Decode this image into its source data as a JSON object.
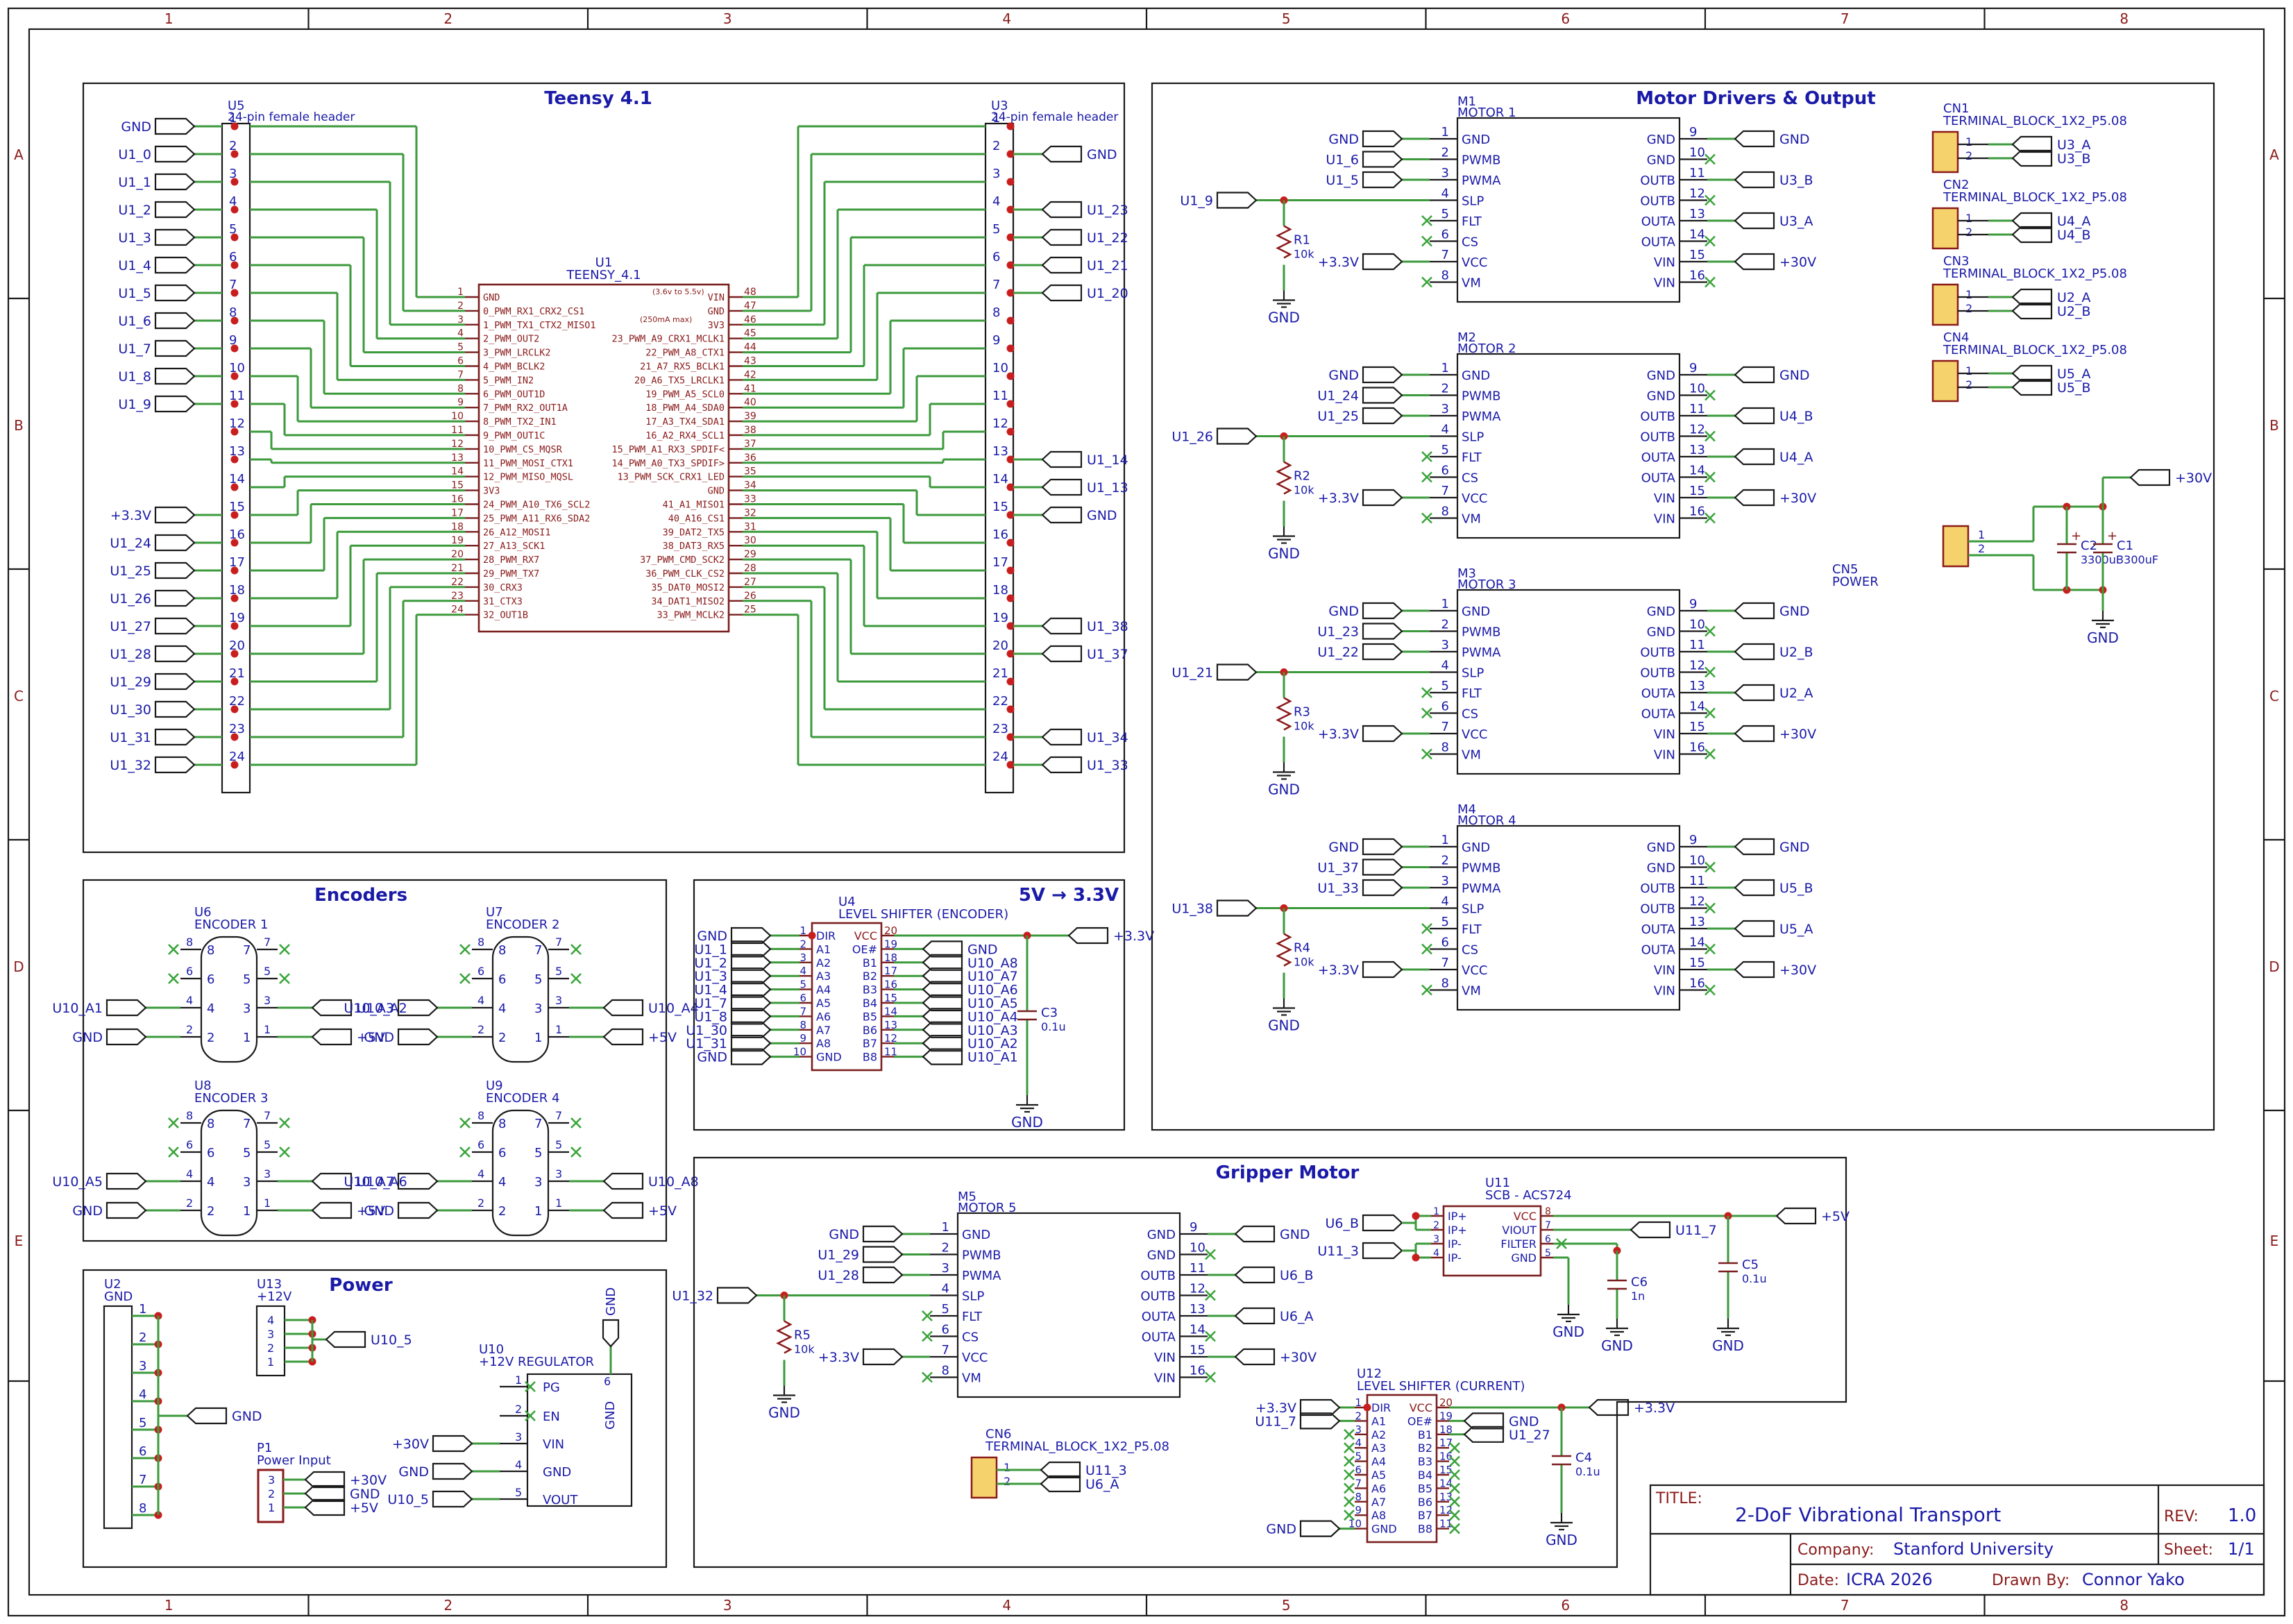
{
  "border": {
    "columns": [
      "1",
      "2",
      "3",
      "4",
      "5",
      "6",
      "7",
      "8"
    ],
    "rows": [
      "A",
      "B",
      "C",
      "D",
      "E"
    ]
  },
  "colors": {
    "wire": "#3c9a3c",
    "label": "#1a1aa8",
    "part": "#8b1a1a",
    "junction": "#c81e1e",
    "noconnect": "#3aa43a",
    "connector": "#f5d26b"
  },
  "sections": {
    "teensy": "Teensy 4.1",
    "encoders": "Encoders",
    "level": "5V → 3.3V",
    "motors": "Motor Drivers & Output",
    "gripper": "Gripper Motor",
    "power": "Power"
  },
  "headers": {
    "u5": {
      "ref": "U5",
      "value": "24-pin female header",
      "left_labels": [
        "GND",
        "U1_0",
        "U1_1",
        "U1_2",
        "U1_3",
        "U1_4",
        "U1_5",
        "U1_6",
        "U1_7",
        "U1_8",
        "U1_9",
        "",
        "",
        "",
        "+3.3V",
        "U1_24",
        "U1_25",
        "U1_26",
        "U1_27",
        "U1_28",
        "U1_29",
        "U1_30",
        "U1_31",
        "U1_32"
      ]
    },
    "u3": {
      "ref": "U3",
      "value": "24-pin female header",
      "right_labels": [
        "",
        "GND",
        "",
        "U1_23",
        "U1_22",
        "U1_21",
        "U1_20",
        "",
        "",
        "",
        "",
        "",
        "U1_14",
        "U1_13",
        "GND",
        "",
        "",
        "",
        "U1_38",
        "U1_37",
        "",
        "",
        "U1_34",
        "U1_33"
      ]
    }
  },
  "teensy": {
    "ref": "U1",
    "value": "TEENSY_4.1",
    "left": [
      "GND",
      "0_PWM_RX1_CRX2_CS1",
      "1_PWM_TX1_CTX2_MISO1",
      "2_PWM_OUT2",
      "3_PWM_LRCLK2",
      "4_PWM_BCLK2",
      "5_PWM_IN2",
      "6_PWM_OUT1D",
      "7_PWM_RX2_OUT1A",
      "8_PWM_TX2_IN1",
      "9_PWM_OUT1C",
      "10_PWM_CS_MQSR",
      "11_PWM_MOSI_CTX1",
      "12_PWM_MISO_MQSL",
      "3V3",
      "24_PWM_A10_TX6_SCL2",
      "25_PWM_A11_RX6_SDA2",
      "26_A12_MOSI1",
      "27_A13_SCK1",
      "28_PWM_RX7",
      "29_PWM_TX7",
      "30_CRX3",
      "31_CTX3",
      "32_OUT1B"
    ],
    "right": [
      "VIN",
      "GND",
      "3V3",
      "23_PWM_A9_CRX1_MCLK1",
      "22_PWM_A8_CTX1",
      "21_A7_RX5_BCLK1",
      "20_A6_TX5_LRCLK1",
      "19_PWM_A5_SCL0",
      "18_PWM_A4_SDA0",
      "17_A3_TX4_SDA1",
      "16_A2_RX4_SCL1",
      "15_PWM_A1_RX3_SPDIF<",
      "14_PWM_A0_TX3_SPDIF>",
      "13_PWM_SCK_CRX1_LED",
      "GND",
      "41_A1_MISO1",
      "40_A16_CS1",
      "39_DAT2_TX5",
      "38_DAT3_RX5",
      "37_PWM_CMD_SCK2",
      "36_PWM_CLK_CS2",
      "35_DAT0_MOSI2",
      "34_DAT1_MISO2",
      "33_PWM_MCLK2"
    ],
    "rnums": [
      "48",
      "47",
      "46",
      "45",
      "44",
      "43",
      "42",
      "41",
      "40",
      "39",
      "38",
      "37",
      "36",
      "35",
      "34",
      "33",
      "32",
      "31",
      "30",
      "29",
      "28",
      "27",
      "26",
      "25"
    ],
    "note1": "(3.6v to 5.5v)",
    "note2": "(250mA max)"
  },
  "encoders": [
    {
      "ref": "U6",
      "name": "ENCODER 1",
      "l4": "U10_A1",
      "r3": "U10_A2"
    },
    {
      "ref": "U7",
      "name": "ENCODER 2",
      "l4": "U10_A3",
      "r3": "U10_A4"
    },
    {
      "ref": "U8",
      "name": "ENCODER 3",
      "l4": "U10_A5",
      "r3": "U10_A6"
    },
    {
      "ref": "U9",
      "name": "ENCODER 4",
      "l4": "U10_A7",
      "r3": "U10_A8"
    }
  ],
  "enc_common": {
    "gnd": "GND",
    "v5": "+5V"
  },
  "u4": {
    "ref": "U4",
    "name": "LEVEL SHIFTER (ENCODER)",
    "left_labels": [
      "GND",
      "U1_1",
      "U1_2",
      "U1_3",
      "U1_4",
      "U1_7",
      "U1_8",
      "U1_30",
      "U1_31",
      "GND"
    ],
    "left_pins": [
      "DIR",
      "A1",
      "A2",
      "A3",
      "A4",
      "A5",
      "A6",
      "A7",
      "A8",
      "GND"
    ],
    "right_pins": [
      "VCC",
      "OE#",
      "B1",
      "B2",
      "B3",
      "B4",
      "B5",
      "B6",
      "B7",
      "B8"
    ],
    "right_labels": [
      "+3.3V",
      "GND",
      "U10_A8",
      "U10_A7",
      "U10_A6",
      "U10_A5",
      "U10_A4",
      "U10_A3",
      "U10_A2",
      "U10_A1"
    ],
    "cap": "C3",
    "capval": "0.1u",
    "gnd": "GND"
  },
  "motors": [
    {
      "ref": "M1",
      "name": "MOTOR 1",
      "pwmb": "U1_6",
      "pwma": "U1_5",
      "slp": "U1_9",
      "res": "R1",
      "outb": "U3_B",
      "outa": "U3_A"
    },
    {
      "ref": "M2",
      "name": "MOTOR 2",
      "pwmb": "U1_24",
      "pwma": "U1_25",
      "slp": "U1_26",
      "res": "R2",
      "outb": "U4_B",
      "outa": "U4_A"
    },
    {
      "ref": "M3",
      "name": "MOTOR 3",
      "pwmb": "U1_23",
      "pwma": "U1_22",
      "slp": "U1_21",
      "res": "R3",
      "outb": "U2_B",
      "outa": "U2_A"
    },
    {
      "ref": "M4",
      "name": "MOTOR 4",
      "pwmb": "U1_37",
      "pwma": "U1_33",
      "slp": "U1_38",
      "res": "R4",
      "outb": "U5_B",
      "outa": "U5_A"
    }
  ],
  "motor_common": {
    "lpins": [
      "GND",
      "PWMB",
      "PWMA",
      "SLP",
      "FLT",
      "CS",
      "VCC",
      "VM"
    ],
    "rpins": [
      "GND",
      "GND",
      "OUTB",
      "OUTB",
      "OUTA",
      "OUTA",
      "VIN",
      "VIN"
    ],
    "gnd": "GND",
    "v33": "+3.3V",
    "v30": "+30V",
    "resval": "10k"
  },
  "terminals": [
    {
      "ref": "CN1",
      "value": "TERMINAL_BLOCK_1X2_P5.08",
      "a": "U3_A",
      "b": "U3_B"
    },
    {
      "ref": "CN2",
      "value": "TERMINAL_BLOCK_1X2_P5.08",
      "a": "U4_A",
      "b": "U4_B"
    },
    {
      "ref": "CN3",
      "value": "TERMINAL_BLOCK_1X2_P5.08",
      "a": "U2_A",
      "b": "U2_B"
    },
    {
      "ref": "CN4",
      "value": "TERMINAL_BLOCK_1X2_P5.08",
      "a": "U5_A",
      "b": "U5_B"
    }
  ],
  "cn5": {
    "ref": "CN5",
    "value": "POWER",
    "v30": "+30V",
    "gnd": "GND",
    "c1": "C1",
    "c1v": "3300uF",
    "c2": "C2",
    "c2v": "3300uF"
  },
  "gripper": {
    "ref": "M5",
    "name": "MOTOR 5",
    "pwmb": "U1_29",
    "pwma": "U1_28",
    "slp": "U1_32",
    "res": "R5",
    "outb": "U6_B",
    "outa": "U6_A",
    "cn6": {
      "ref": "CN6",
      "value": "TERMINAL_BLOCK_1X2_P5.08",
      "a": "U11_3",
      "b": "U6_A"
    }
  },
  "u11": {
    "ref": "U11",
    "name": "SCB - ACS724",
    "lpins": [
      "IP+",
      "IP+",
      "IP-",
      "IP-"
    ],
    "rpins": [
      "VCC",
      "VIOUT",
      "FILTER",
      "GND"
    ],
    "in1": "U6_B",
    "in2": "U11_3",
    "out": "U11_7",
    "v5": "+5V",
    "c6": "C6",
    "c6v": "1n",
    "c5": "C5",
    "c5v": "0.1u",
    "gnd": "GND"
  },
  "u12": {
    "ref": "U12",
    "name": "LEVEL SHIFTER (CURRENT)",
    "l1": "+3.3V",
    "l2": "U11_7",
    "lgnd": "GND",
    "r2": "GND",
    "r3": "U1_27",
    "v33": "+3.3V",
    "cap": "C4",
    "capv": "0.1u",
    "gnd": "GND"
  },
  "power": {
    "u2": {
      "ref": "U2",
      "value": "GND",
      "label": "GND"
    },
    "u13": {
      "ref": "U13",
      "value": "+12V",
      "label": "U10_5"
    },
    "p1": {
      "ref": "P1",
      "value": "Power Input",
      "l3": "+30V",
      "l2": "GND",
      "l1": "+5V"
    },
    "u10": {
      "ref": "U10",
      "value": "+12V REGULATOR",
      "pins": [
        "PG",
        "EN",
        "VIN",
        "GND",
        "VOUT"
      ],
      "gndpin": "GND",
      "l3": "+30V",
      "l4": "GND",
      "l5": "U10_5",
      "top": "GND"
    }
  },
  "title_block": {
    "title_label": "TITLE:",
    "title": "2-DoF Vibrational Transport",
    "rev_label": "REV:",
    "rev": "1.0",
    "company_label": "Company:",
    "company": "Stanford University",
    "sheet_label": "Sheet:",
    "sheet": "1/1",
    "date_label": "Date:",
    "date": "ICRA 2026",
    "drawn_label": "Drawn By:",
    "drawn": "Connor Yako"
  }
}
